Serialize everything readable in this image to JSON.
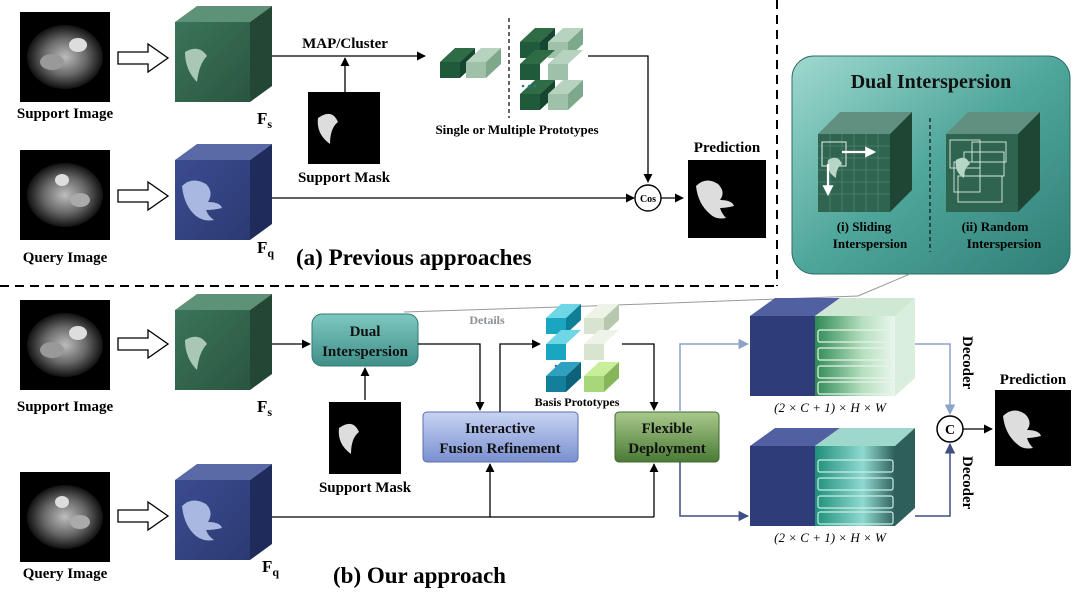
{
  "top": {
    "support_image_label": "Support Image",
    "query_image_label": "Query Image",
    "fs_label": "F",
    "fs_sub": "s",
    "fq_label": "F",
    "fq_sub": "q",
    "map_cluster": "MAP/Cluster",
    "support_mask": "Support Mask",
    "prototypes_label": "Single or Multiple Prototypes",
    "cos": "Cos",
    "prediction": "Prediction",
    "section_title": "(a) Previous approaches"
  },
  "dual_box": {
    "title": "Dual Interspersion",
    "left_line1": "(i) Sliding",
    "left_line2": "Interspersion",
    "right_line1": "(ii) Random",
    "right_line2": "Interspersion"
  },
  "bottom": {
    "support_image_label": "Support Image",
    "query_image_label": "Query Image",
    "fs_label": "F",
    "fs_sub": "s",
    "fq_label": "F",
    "fq_sub": "q",
    "dual_line1": "Dual",
    "dual_line2": "Interspersion",
    "details": "Details",
    "support_mask": "Support Mask",
    "ifr_line1": "Interactive",
    "ifr_line2": "Fusion Refinement",
    "basis_prototypes": "Basis Prototypes",
    "flex_line1": "Flexible",
    "flex_line2": "Deployment",
    "dim_top": "(2 × C + 1) × H × W",
    "dim_bottom": "(2 × C + 1) × H × W",
    "decoder_top": "Decoder",
    "decoder_bottom": "Decoder",
    "concat": "C",
    "prediction": "Prediction",
    "section_title": "(b) Our approach"
  },
  "colors": {
    "green_cube": "#2f5e48",
    "blue_cube": "#2e3d7a",
    "teal_box": "#3e8f88",
    "dark_green_proto": "#1f5a3a",
    "light_green_proto": "#9fc1aa",
    "cyan_proto": "#1aa6c0",
    "lightgreen_proto": "#a8d67a"
  }
}
